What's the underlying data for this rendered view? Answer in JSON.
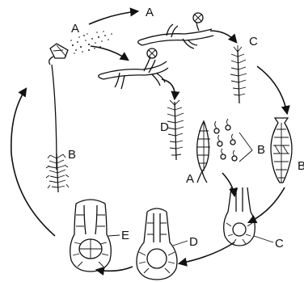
{
  "diagram": {
    "labels": {
      "a_top": "A",
      "a_left": "A",
      "a_mid": "A",
      "c_top": "C",
      "c_bottom": "C",
      "b_left": "B",
      "b_right": "B",
      "b_edge": "B",
      "d_mid": "D",
      "d_bottom": "D",
      "e_bottom": "E"
    }
  }
}
